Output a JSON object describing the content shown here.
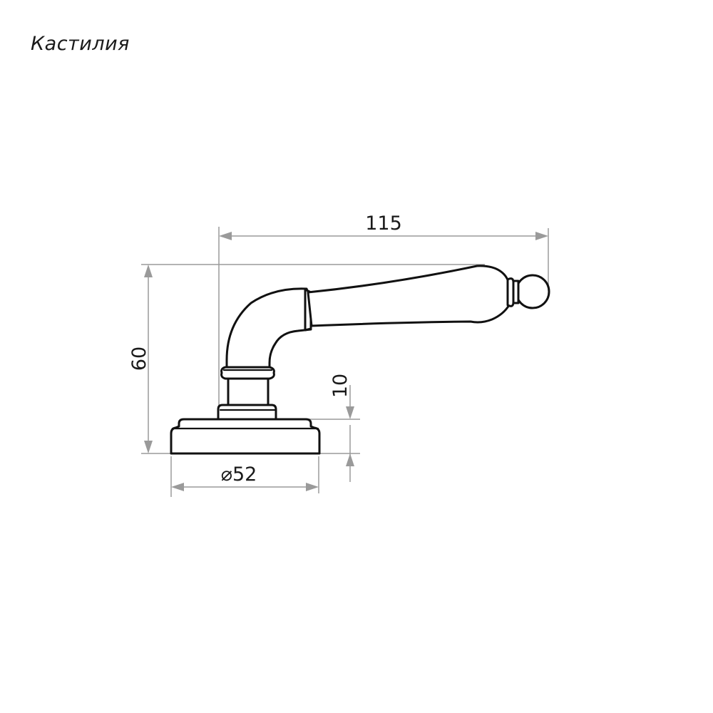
{
  "title": "Кастилия",
  "dimensions": {
    "length": "115",
    "height": "60",
    "rosette_thickness": "10",
    "rosette_diameter": "⌀52"
  }
}
